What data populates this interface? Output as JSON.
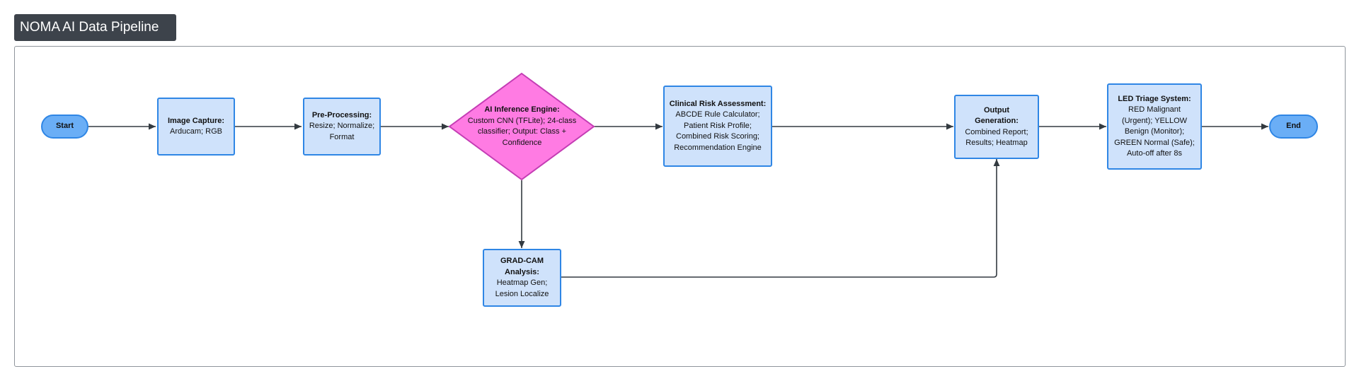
{
  "title": "NOMA AI Data Pipeline",
  "colors": {
    "box_fill": "#cfe2fb",
    "box_border": "#2f86e5",
    "terminal_fill": "#6aaef6",
    "decision_fill": "#ff7be3",
    "decision_border": "#c43db4",
    "edge": "#333a40",
    "title_bg": "#3d434b"
  },
  "nodes": {
    "start": {
      "label": "Start"
    },
    "image_capture": {
      "title": "Image Capture:",
      "body": "Arducam; RGB"
    },
    "pre_processing": {
      "title": "Pre-Processing:",
      "body": "Resize; Normalize; Format"
    },
    "ai_inference": {
      "title": "AI Inference Engine:",
      "body": "Custom CNN (TFLite); 24-class classifier; Output: Class + Confidence"
    },
    "clinical_risk": {
      "title": "Clinical Risk Assessment:",
      "body": "ABCDE Rule Calculator; Patient Risk Profile; Combined Risk Scoring; Recommendation Engine"
    },
    "output_generation": {
      "title": "Output Generation:",
      "body": "Combined Report; Results; Heatmap"
    },
    "led_triage": {
      "title": "LED Triage System:",
      "body": "RED Malignant (Urgent); YELLOW Benign (Monitor); GREEN Normal (Safe); Auto-off after 8s"
    },
    "end": {
      "label": "End"
    },
    "grad_cam": {
      "title": "GRAD-CAM Analysis:",
      "body": "Heatmap Gen; Lesion Localize"
    }
  },
  "edges": [
    {
      "from": "Start",
      "to": "Image Capture"
    },
    {
      "from": "Image Capture",
      "to": "Pre-Processing"
    },
    {
      "from": "Pre-Processing",
      "to": "AI Inference Engine"
    },
    {
      "from": "AI Inference Engine",
      "to": "Clinical Risk Assessment"
    },
    {
      "from": "AI Inference Engine",
      "to": "GRAD-CAM Analysis"
    },
    {
      "from": "Clinical Risk Assessment",
      "to": "Output Generation"
    },
    {
      "from": "GRAD-CAM Analysis",
      "to": "Output Generation"
    },
    {
      "from": "Output Generation",
      "to": "LED Triage System"
    },
    {
      "from": "LED Triage System",
      "to": "End"
    }
  ]
}
